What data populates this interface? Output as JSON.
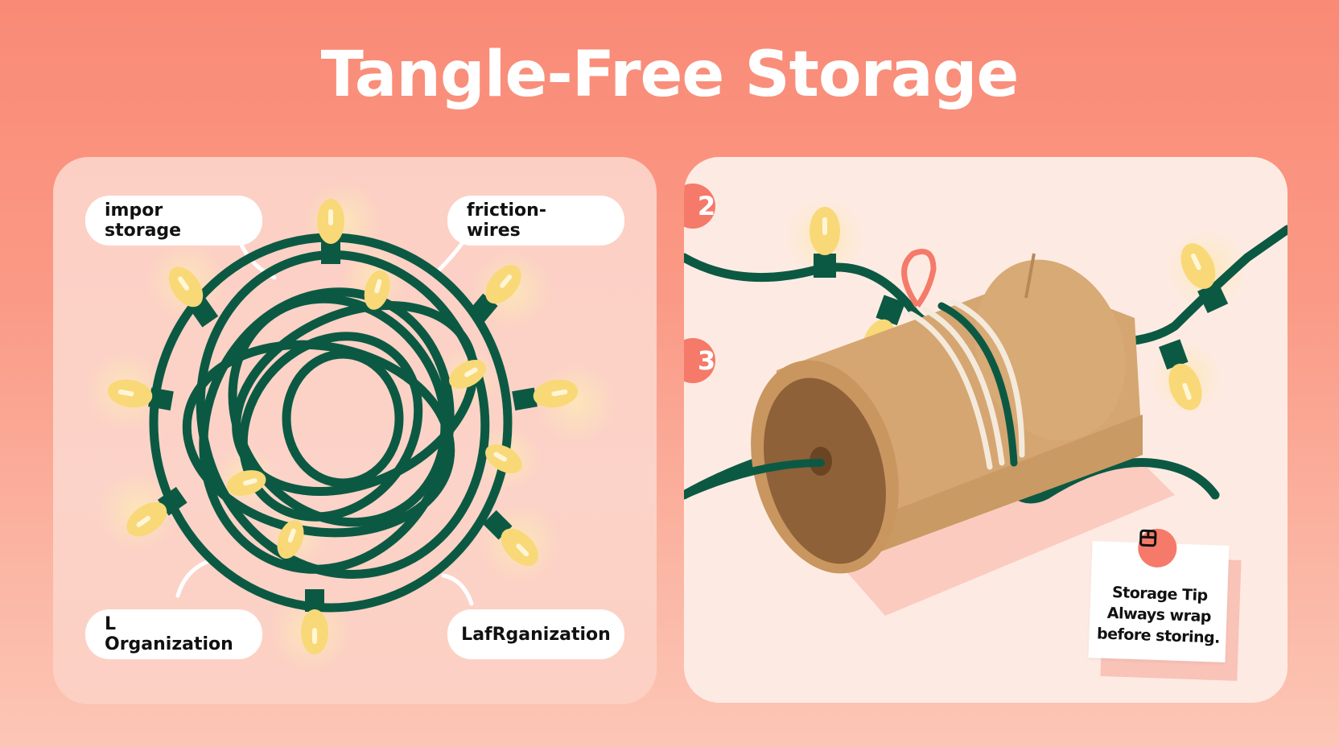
{
  "title": "Tangle-Free Storage",
  "colors": {
    "background_top": "#F98A76",
    "background_bottom": "#FCC6B6",
    "left_panel": "#FCCFC4",
    "right_panel": "#FDEBE3",
    "wire_green": "#0C5943",
    "bulb_yellow": "#F9D878",
    "badge_coral": "#F57A69",
    "tube_tan": "#D5A672",
    "tube_inner": "#8E6139"
  },
  "left_panel": {
    "illustration": "tangled-light-string",
    "labels": {
      "top_left": "impor storage",
      "top_right": "friction- wires",
      "bottom_left": "L Organization",
      "bottom_right": "LafRganization"
    }
  },
  "right_panel": {
    "illustration": "lights-wrapped-around-cardboard-tube",
    "steps": [
      "2",
      "3"
    ],
    "tip": {
      "icon": "storage-box-icon",
      "heading": "Storage Tip",
      "line1": "Always wrap",
      "line2": "before storing."
    }
  }
}
